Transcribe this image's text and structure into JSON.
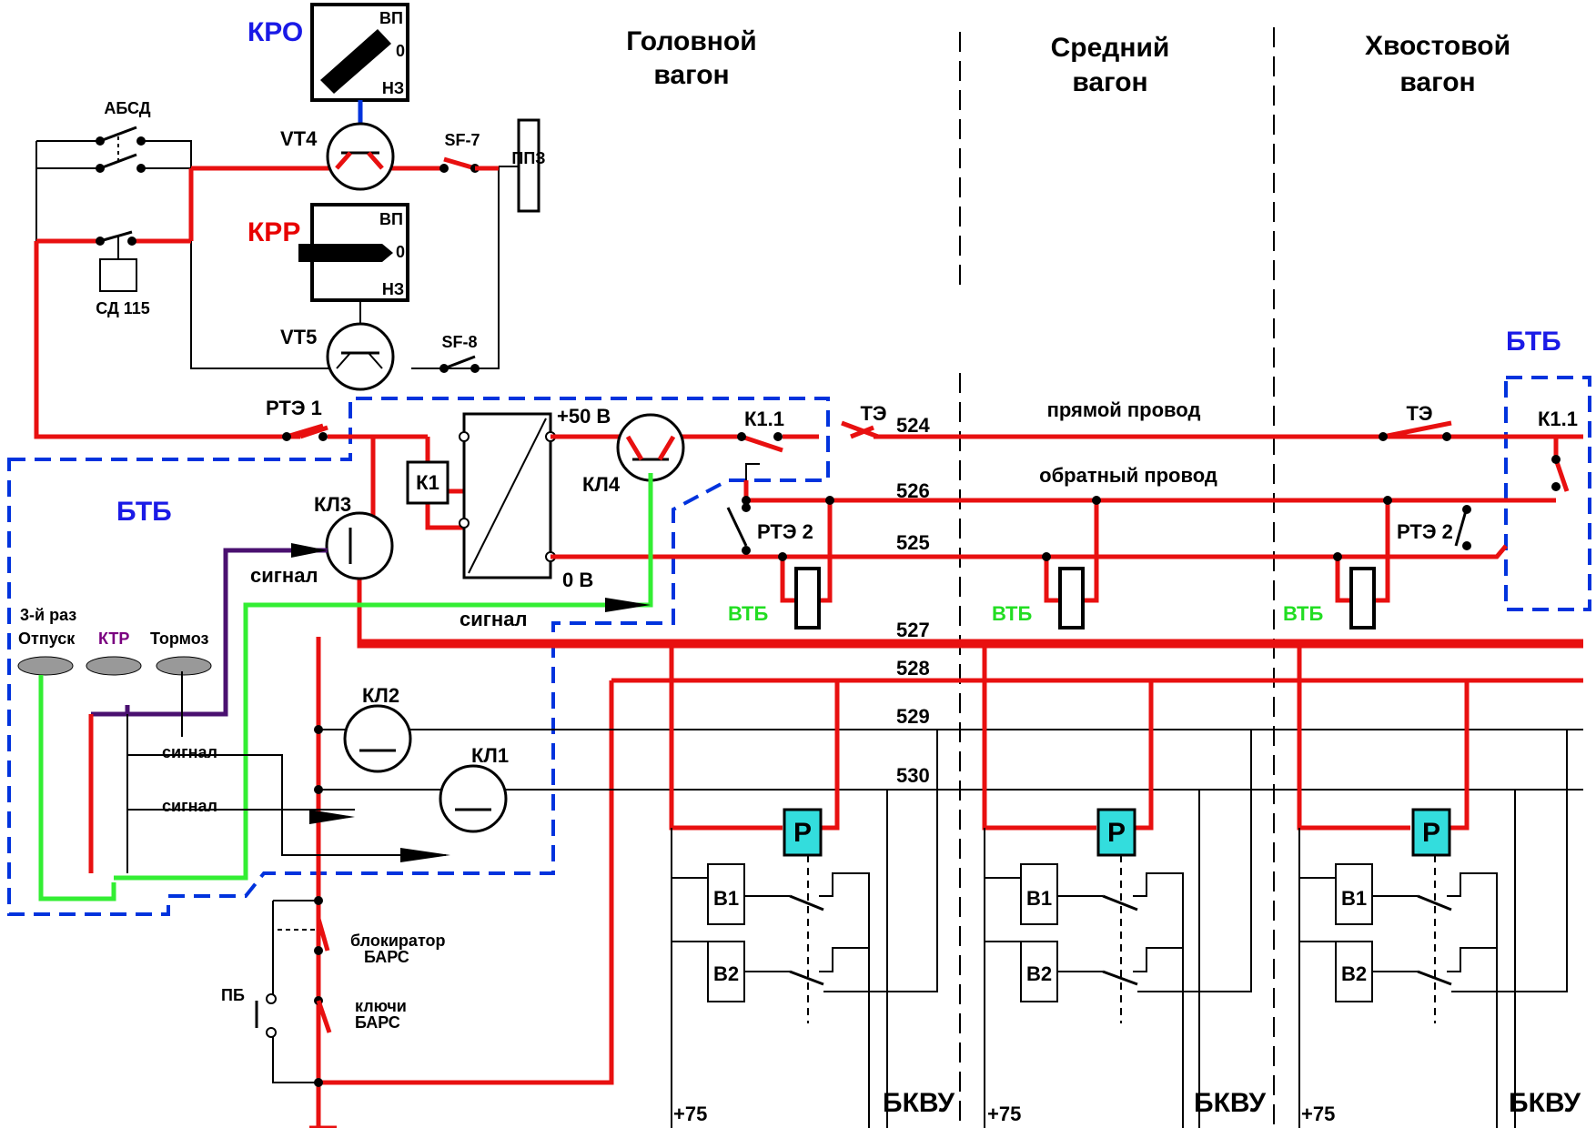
{
  "headers": {
    "head": [
      "Головной",
      "вагон"
    ],
    "mid": [
      "Средний",
      "вагон"
    ],
    "tail": [
      "Хвостовой",
      "вагон"
    ]
  },
  "controllers": {
    "kro": "КРО",
    "krr": "КРР",
    "pos_vp": "ВП",
    "pos_0": "0",
    "pos_nz": "НЗ"
  },
  "components": {
    "absd": "АБСД",
    "vt4": "VT4",
    "vt5": "VT5",
    "sf7": "SF-7",
    "sf8": "SF-8",
    "ppz": "ППЗ",
    "sd115": "СД 115",
    "rte1": "РТЭ 1",
    "k1": "К1",
    "kl1": "КЛ1",
    "kl2": "КЛ2",
    "kl3": "КЛ3",
    "kl4": "КЛ4",
    "k11": "К1.1",
    "te": "ТЭ",
    "rte2": "РТЭ 2",
    "vtb": "ВТБ",
    "btb": "БТБ",
    "plus50": "+50 В",
    "zero": "0 В",
    "r": "Р",
    "b1": "В1",
    "b2": "В2",
    "bkvu": "БКВУ",
    "plus75": "+75",
    "pb": "ПБ",
    "blocker": [
      "блокиратор",
      "БАРС"
    ],
    "keys": [
      "ключи",
      "БАРС"
    ]
  },
  "signals": {
    "signal": "сигнал",
    "release3": [
      "3-й раз",
      "Отпуск"
    ],
    "ktr": "КТР",
    "brake": "Тормоз"
  },
  "wires": {
    "w524": "524",
    "w526": "526",
    "w525": "525",
    "w527": "527",
    "w528": "528",
    "w529": "529",
    "w530": "530",
    "direct": "прямой провод",
    "return": "обратный провод"
  },
  "colors": {
    "power": "#e81010",
    "signal_green": "#33ee33",
    "signal_purple": "#4a1070",
    "btb_border": "#0033dd",
    "relay_fill": "#33dddd"
  }
}
